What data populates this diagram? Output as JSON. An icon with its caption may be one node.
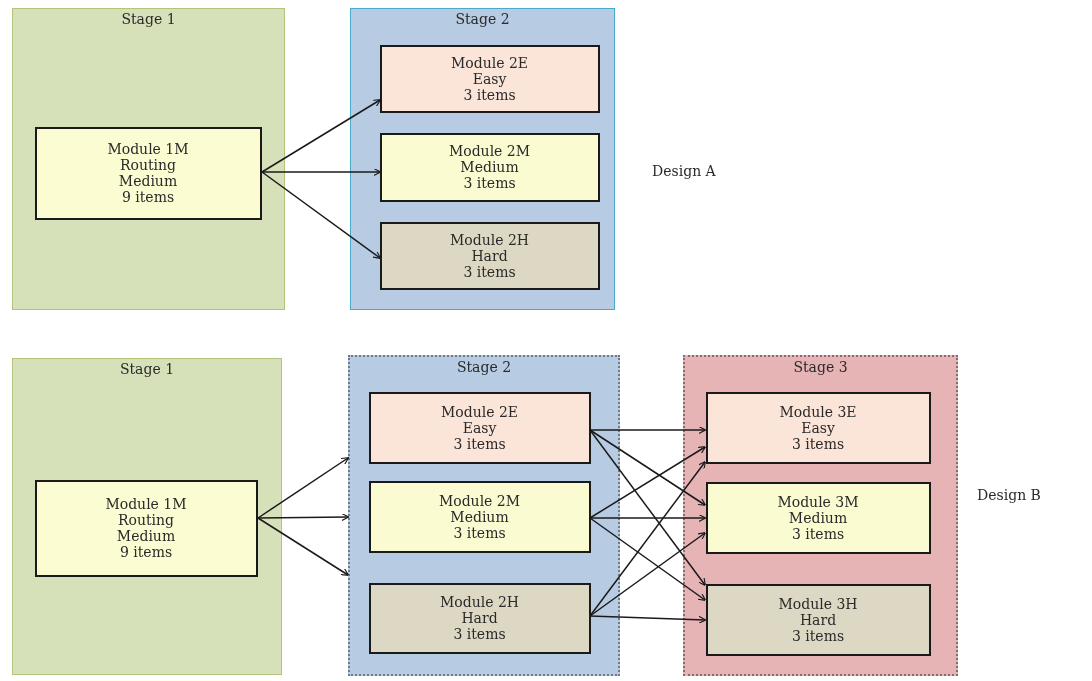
{
  "diagram": {
    "nodes": [
      {
        "text": [
          "Stage 1"
        ]
      },
      {
        "text": [
          "Module 1M",
          "Routing",
          "Medium",
          "9 items"
        ],
        "in": 0
      },
      {
        "text": [
          "Stage 2"
        ]
      },
      {
        "text": [
          "Module 2E",
          "Easy",
          "3 items"
        ],
        "in": 2
      },
      {
        "text": [
          "Module 2M",
          "Medium",
          "3 items"
        ],
        "in": 2
      },
      {
        "text": [
          "Module 2H",
          "Hard",
          "3 items"
        ],
        "in": 2
      },
      {
        "text": [
          "Stage 1"
        ]
      },
      {
        "text": [
          "Module 1M",
          "Routing",
          "Medium",
          "9 items"
        ],
        "in": 6
      },
      {
        "text": [
          "Stage 2"
        ]
      },
      {
        "text": [
          "Module 2E",
          "Easy",
          "3 items"
        ],
        "in": 8
      },
      {
        "text": [
          "Module 2M",
          "Medium",
          "3 items"
        ],
        "in": 8
      },
      {
        "text": [
          "Module 2H",
          "Hard",
          "3 items"
        ],
        "in": 8
      },
      {
        "text": [
          "Stage 3"
        ]
      },
      {
        "text": [
          "Module 3E",
          "Easy",
          "3 items"
        ],
        "in": 12
      },
      {
        "text": [
          "Module 3M",
          "Medium",
          "3 items"
        ],
        "in": 12
      },
      {
        "text": [
          "Module 3H",
          "Hard",
          "3 items"
        ],
        "in": 12
      }
    ],
    "edges": [
      {
        "from": 1,
        "to": 3,
        "arrow": "to"
      },
      {
        "from": 1,
        "to": 4,
        "arrow": "to"
      },
      {
        "from": 1,
        "to": 5,
        "arrow": "to"
      },
      {
        "from": 7,
        "to": 8,
        "arrow": "to"
      },
      {
        "from": 7,
        "to": 8,
        "arrow": "to"
      },
      {
        "from": 7,
        "to": 8,
        "arrow": "to"
      },
      {
        "from": 9,
        "to": 13,
        "arrow": "to"
      },
      {
        "from": 9,
        "to": 14,
        "arrow": "to"
      },
      {
        "from": 9,
        "to": 15,
        "arrow": "to"
      },
      {
        "from": 10,
        "to": 13,
        "arrow": "to"
      },
      {
        "from": 10,
        "to": 14,
        "arrow": "to"
      },
      {
        "from": 10,
        "to": 15,
        "arrow": "to"
      },
      {
        "from": 11,
        "to": 13,
        "arrow": "to"
      },
      {
        "from": 11,
        "to": 14,
        "arrow": "to"
      },
      {
        "from": 11,
        "to": 15,
        "arrow": "to"
      }
    ],
    "labels": [
      "Design A",
      "Design B"
    ]
  }
}
